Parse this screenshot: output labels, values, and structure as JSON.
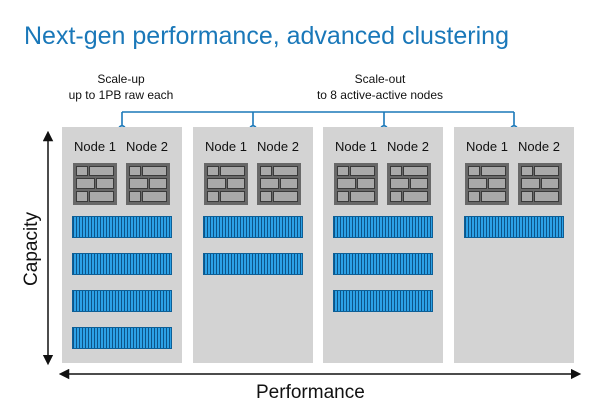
{
  "title": "Next-gen performance, advanced clustering",
  "callouts": {
    "scale_up": {
      "line1": "Scale-up",
      "line2": "up to 1PB raw each"
    },
    "scale_out": {
      "line1": "Scale-out",
      "line2": "to 8 active-active nodes"
    }
  },
  "clusters": [
    {
      "node1": "Node 1",
      "node2": "Node 2",
      "shelves": 4
    },
    {
      "node1": "Node 1",
      "node2": "Node 2",
      "shelves": 2
    },
    {
      "node1": "Node 1",
      "node2": "Node 2",
      "shelves": 3
    },
    {
      "node1": "Node 1",
      "node2": "Node 2",
      "shelves": 1
    }
  ],
  "axes": {
    "y_label": "Capacity",
    "x_label": "Performance"
  },
  "colors": {
    "title": "#1a78b9",
    "connector": "#1a78b9",
    "shelf": "#2ca1e6",
    "cluster_bg": "#d3d3d3"
  }
}
